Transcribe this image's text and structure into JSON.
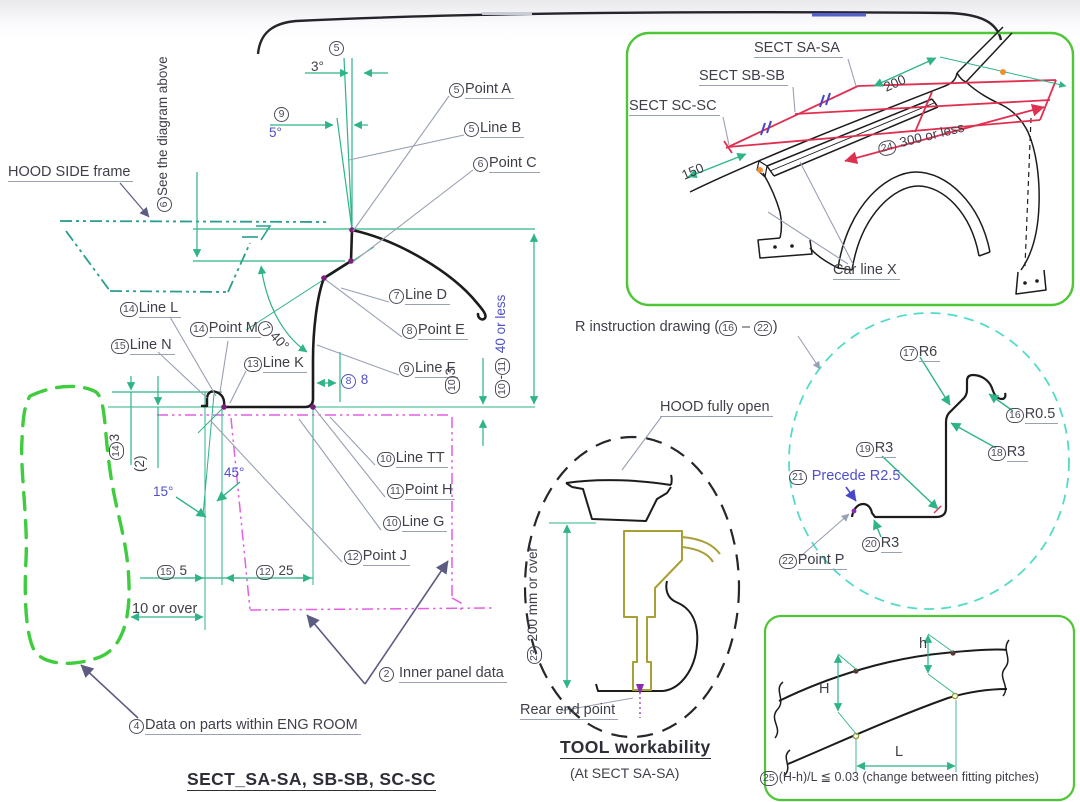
{
  "colors": {
    "dim_green": "#2eb487",
    "frame_teal": "#2a9d8f",
    "inner_magenta": "#e45fe4",
    "blob_green": "#3fcc3f",
    "inset_border_green": "#4ec636",
    "value_blue": "#5050c8",
    "label_dark": "#3f3f4a",
    "section_red": "#e03050",
    "tool_olive": "#a89f35",
    "circle_cyan": "#52dcc8",
    "point_purple": "#8a2bb0"
  },
  "main": {
    "hood_side_frame": "HOOD SIDE frame",
    "see_above": {
      "num": "6",
      "text": "See the diagram above"
    },
    "callouts": {
      "point_a": {
        "num": "5",
        "text": "Point A"
      },
      "line_b": {
        "num": "5",
        "text": "Line B"
      },
      "point_c": {
        "num": "6",
        "text": "Point C"
      },
      "line_d": {
        "num": "7",
        "text": "Line D"
      },
      "point_e": {
        "num": "8",
        "text": "Point E"
      },
      "line_f": {
        "num": "9",
        "text": "Line F"
      },
      "line_tt": {
        "num": "10",
        "text": "Line TT"
      },
      "point_h": {
        "num": "11",
        "text": "Point H"
      },
      "line_g": {
        "num": "10",
        "text": "Line G"
      },
      "point_j": {
        "num": "12",
        "text": "Point J"
      },
      "line_k": {
        "num": "13",
        "text": "Line K"
      },
      "point_m": {
        "num": "14",
        "text": "Point M"
      },
      "line_l": {
        "num": "14",
        "text": "Line L"
      },
      "line_n": {
        "num": "15",
        "text": "Line N"
      }
    },
    "dims": {
      "angle3": {
        "num": "5",
        "value": "3°"
      },
      "angle5": {
        "num": "9",
        "value": "5°"
      },
      "angle40": {
        "num": "7",
        "value": "40°"
      },
      "gap8": {
        "num": "8",
        "value": "8"
      },
      "gap3_right": {
        "num": "10",
        "value": "3"
      },
      "range40": {
        "num1": "10",
        "num2": "11",
        "value": "40 or less"
      },
      "gap3_left": {
        "num": "14",
        "value": "3"
      },
      "gap2": "(2)",
      "angle15": "15°",
      "angle45": "45°",
      "gap5": {
        "num": "15",
        "value": "5"
      },
      "gap25": {
        "num": "12",
        "value": "25"
      },
      "clearance10": "10 or over"
    },
    "inner_panel": {
      "num": "2",
      "text": "Inner panel data"
    },
    "eng_room": {
      "num": "4",
      "text": "Data on parts within ENG ROOM"
    },
    "title": "SECT_SA-SA, SB-SB, SC-SC"
  },
  "car_inset": {
    "sect_sa": "SECT SA-SA",
    "sect_sb": "SECT SB-SB",
    "sect_sc": "SECT SC-SC",
    "dim_200": "200",
    "dim_150": "150",
    "dim_300": {
      "num": "24",
      "value": "300 or less"
    },
    "car_line": "Car line X"
  },
  "r_inset": {
    "title_pre": "R instruction drawing (",
    "num_from": "16",
    "title_dash": " – ",
    "num_to": "22",
    "title_post": ")",
    "callouts": {
      "r6": {
        "num": "17",
        "value": "R6"
      },
      "r05": {
        "num": "16",
        "value": "R0.5"
      },
      "r3_upper": {
        "num": "18",
        "value": "R3"
      },
      "r3_mid": {
        "num": "19",
        "value": "R3"
      },
      "precede": {
        "num": "21",
        "value": "Precede R2.5"
      },
      "r3_lower": {
        "num": "20",
        "value": "R3"
      },
      "point_p": {
        "num": "22",
        "value": "Point P"
      }
    }
  },
  "tool": {
    "hood_open": "HOOD fully open",
    "clearance": {
      "num": "23",
      "value": "200 mm or over"
    },
    "rear_end": "Rear end point",
    "title": "TOOL workability",
    "subtitle": "(At SECT SA-SA)"
  },
  "pitch_inset": {
    "dim_h_large": "H",
    "dim_h_small": "h",
    "dim_l": "L",
    "rule": {
      "num": "25",
      "formula": "(H-h)/L ≦ 0.03",
      "note": "(change between fitting pitches)"
    }
  }
}
